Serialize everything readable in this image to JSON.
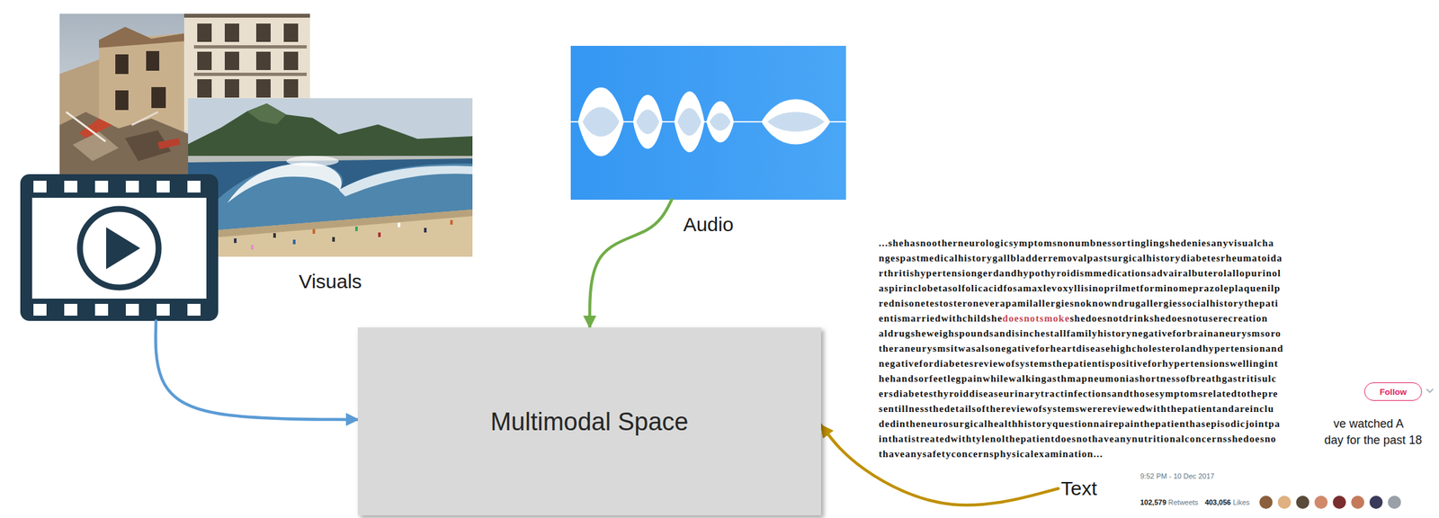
{
  "diagram": {
    "nodes": [
      {
        "text": [
          "Visuals"
        ]
      },
      {
        "text": [
          "Audio"
        ]
      },
      {
        "text": [
          "Multimodal Space"
        ]
      },
      {
        "text": [
          "Text"
        ]
      }
    ],
    "edges": [
      {
        "from": 0,
        "to": 2,
        "arrow": "to"
      },
      {
        "from": 1,
        "to": 2,
        "arrow": "to"
      },
      {
        "from": 3,
        "to": 2,
        "arrow": "to"
      }
    ],
    "labels": [
      "...shehasnootherneurologicsymptomsnonumbnessortinglingshedeniesanyvisualcha",
      "ngespastmedicalhistorygallbladderremovalpastsurgicalhistorydiabetesrheumatoida",
      "rthritishypertensiongerdandhypothyroidismmedicationsadvairalbuterolallopurinol",
      "aspirinclobetasolfolicacidfosamaxlevoxyllisinoprilmetforminomeprazoleplaquenilp",
      "rednisonetestosteroneverapamilallergiesnoknowndrugallergiessocialhistorythepati",
      "entismarriedwithchildshe",
      "doesnotsmoke",
      "shedoesnotdrinkshedoesnotuserecreation",
      "aldrugsheweighspoundsandisinchestallfamilyhistorynegativeforbrainaneurysmsoro",
      "theraneurysmsitwasalsonegativeforheartdiseasehighcholesterolandhypertensionand",
      "negativefordiabetesreviewofsystemsthepatientispositiveforhypertensionswellingint",
      "hehandsorfeetlegpainwhilewalkingasthmapneumoniashortnessofbreathgastritisulc",
      "ersdiabetesthyroiddiseaseurinarytractinfectionsandthosesymptomsrelatedtothepre",
      "sentillnessthedetailsofthereviewofsystemswerereviewedwiththepatientandareinclu",
      "dedintheneurosurgicalhealthhistoryquestionnairepainthepatienthasepisodicjointpa",
      "inthatistreatedwithtylenolthepatientdoesnothaveanynutritionalconcernsshedoesno",
      "thaveanysafetyconcernsphysicalexamination...",
      "Follow",
      "ve watched A",
      "day for the past 18",
      "9:52 PM - 10 Dec 2017",
      "102,579",
      "Retweets",
      "403,056",
      "Likes"
    ]
  }
}
